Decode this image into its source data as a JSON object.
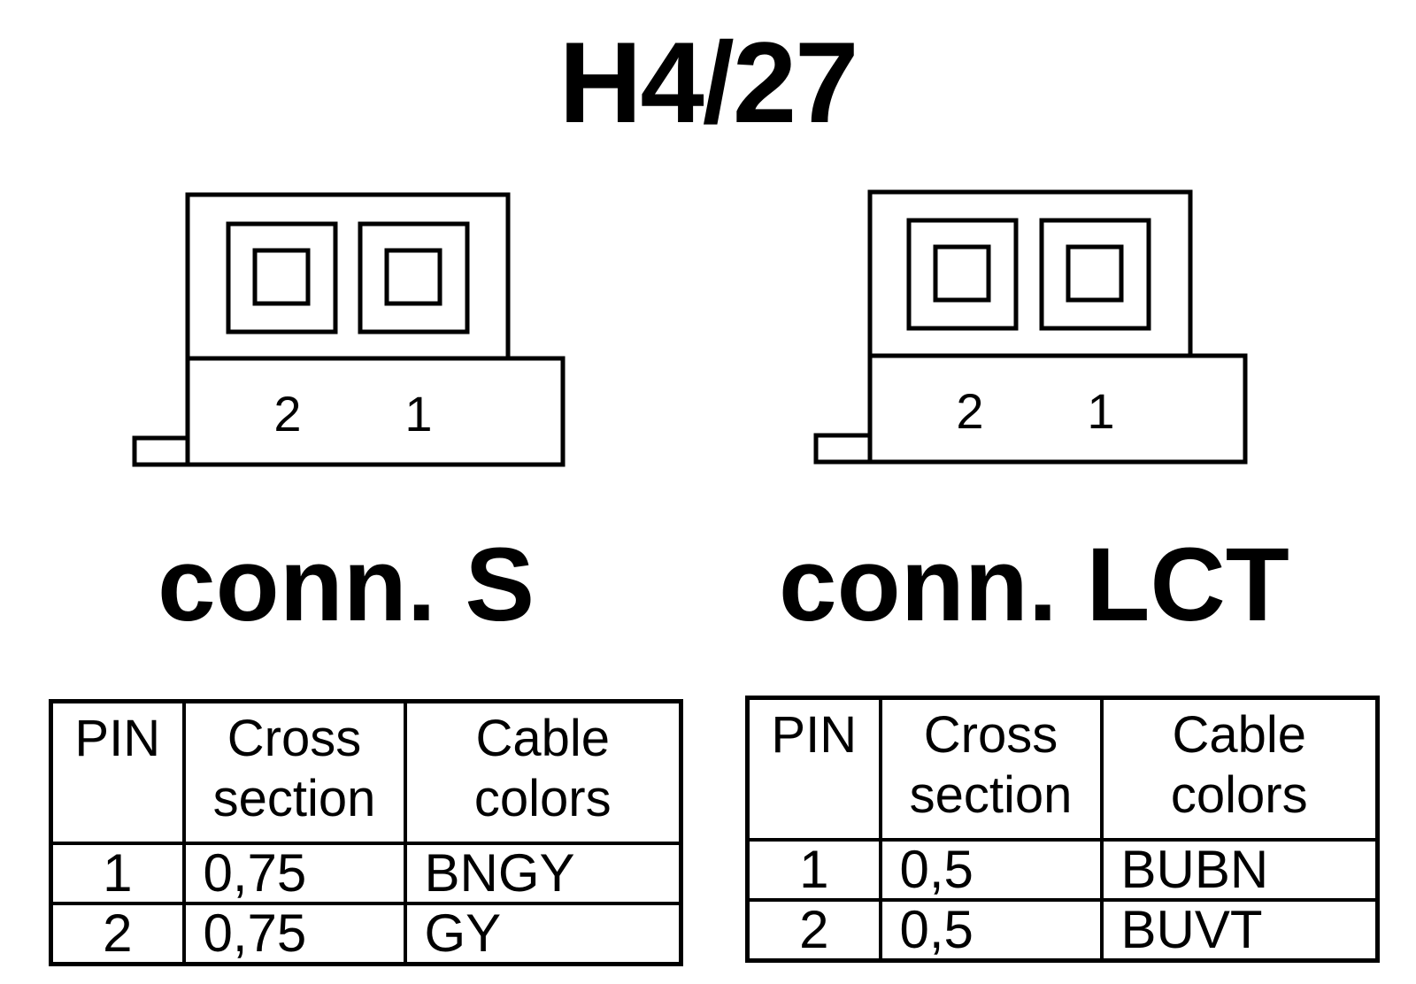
{
  "title": "H4/27",
  "connectors": [
    {
      "label": "conn. S",
      "pin_labels": [
        "2",
        "1"
      ],
      "table": {
        "headers": [
          [
            "PIN"
          ],
          [
            "Cross",
            "section"
          ],
          [
            "Cable",
            "colors"
          ]
        ],
        "rows": [
          {
            "pin": "1",
            "cross_section": "0,75",
            "color": "BNGY"
          },
          {
            "pin": "2",
            "cross_section": "0,75",
            "color": "GY"
          }
        ]
      }
    },
    {
      "label": "conn. LCT",
      "pin_labels": [
        "2",
        "1"
      ],
      "table": {
        "headers": [
          [
            "PIN"
          ],
          [
            "Cross",
            "section"
          ],
          [
            "Cable",
            "colors"
          ]
        ],
        "rows": [
          {
            "pin": "1",
            "cross_section": "0,5",
            "color": "BUBN"
          },
          {
            "pin": "2",
            "cross_section": "0,5",
            "color": "BUVT"
          }
        ]
      }
    }
  ]
}
